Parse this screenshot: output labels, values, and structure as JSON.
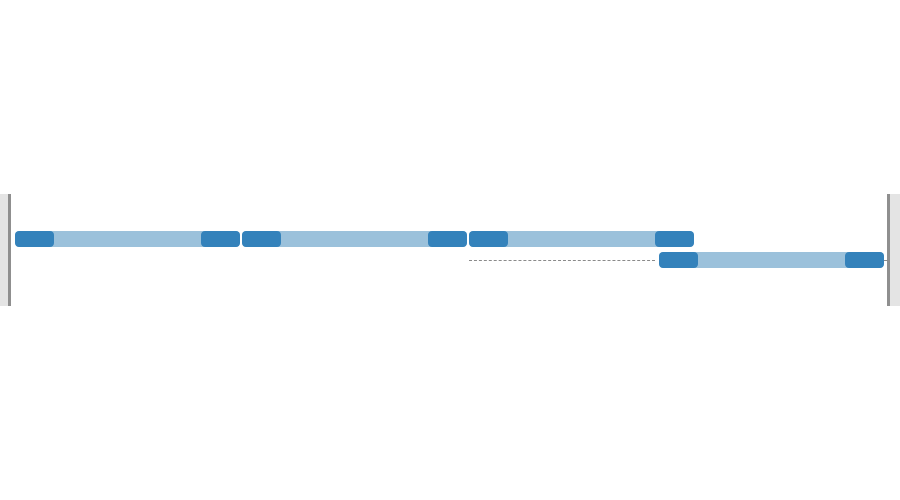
{
  "timeline": {
    "colors": {
      "clip_body": "#9bc1db",
      "clip_handle": "#3482bb",
      "edge": "#8f8f8f",
      "connector": "#8a8a8a"
    },
    "clips": [
      {
        "track": 1,
        "index": 1
      },
      {
        "track": 1,
        "index": 2
      },
      {
        "track": 1,
        "index": 3
      },
      {
        "track": 2,
        "index": 4
      }
    ]
  }
}
